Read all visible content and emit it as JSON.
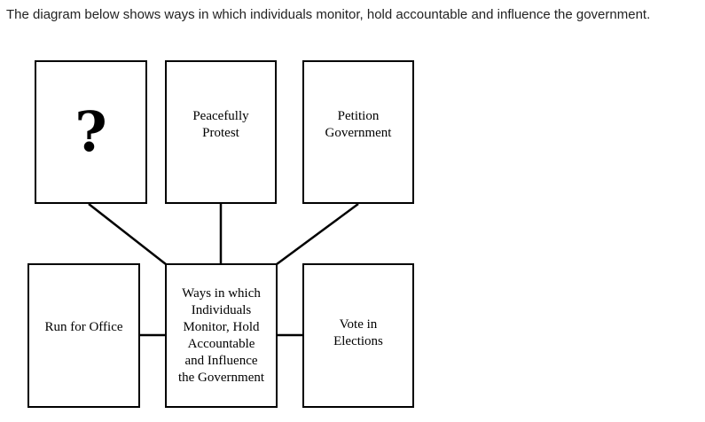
{
  "prompt": "The diagram below shows ways in which individuals monitor, hold accountable and influence the government.",
  "boxes": {
    "unknown": "?",
    "protest": "Peacefully\nProtest",
    "petition": "Petition\nGovernment",
    "run": "Run for Office",
    "center": "Ways in which\nIndividuals\nMonitor, Hold\nAccountable\nand Influence\nthe Government",
    "vote": "Vote in\nElections"
  }
}
